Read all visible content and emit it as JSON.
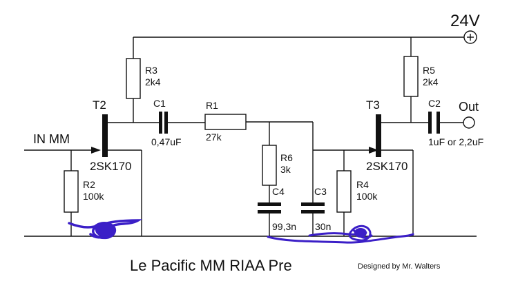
{
  "title": "Le Pacific MM RIAA Pre",
  "credit": "Designed by Mr. Walters",
  "supply": {
    "label": "24V",
    "terminal_icon": "plus-circle-icon"
  },
  "input": {
    "label": "IN MM"
  },
  "output": {
    "label": "Out"
  },
  "transistors": {
    "t2": {
      "ref": "T2",
      "part": "2SK170"
    },
    "t3": {
      "ref": "T3",
      "part": "2SK170"
    }
  },
  "resistors": {
    "r1": {
      "ref": "R1",
      "value": "27k"
    },
    "r2": {
      "ref": "R2",
      "value": "100k"
    },
    "r3": {
      "ref": "R3",
      "value": "2k4"
    },
    "r4": {
      "ref": "R4",
      "value": "100k"
    },
    "r5": {
      "ref": "R5",
      "value": "2k4"
    },
    "r6": {
      "ref": "R6",
      "value": "3k"
    }
  },
  "capacitors": {
    "c1": {
      "ref": "C1",
      "value": "0,47uF"
    },
    "c2": {
      "ref": "C2",
      "value": "1uF or 2,2uF"
    },
    "c3": {
      "ref": "C3",
      "value": "30n"
    },
    "c4": {
      "ref": "C4",
      "value": "99,3n"
    }
  },
  "colors": {
    "wire": "#111111",
    "scribble": "#3b1fc7",
    "background": "#ffffff"
  }
}
